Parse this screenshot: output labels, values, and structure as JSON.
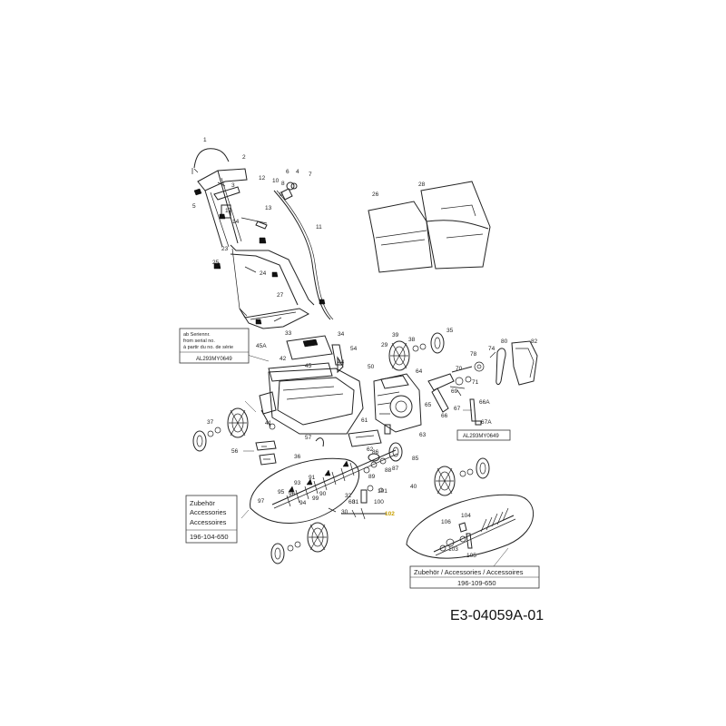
{
  "document_code": "E3-04059A-01",
  "serial_box": {
    "lines": [
      "ab Seriennr.",
      "from serial no.",
      "à partir du no. de série"
    ],
    "code": "AL293MY0649"
  },
  "serial_code_right": "AL293MY0649",
  "accessories_left": {
    "lines": [
      "Zubehör",
      "Accessories",
      "Accessoires"
    ],
    "part_no": "196-104-650"
  },
  "accessories_right": {
    "title": "Zubehör / Accessories / Accessoires",
    "part_no": "196-109-650"
  },
  "callouts": [
    "1",
    "2",
    "3",
    "4",
    "5",
    "6",
    "7",
    "8",
    "9",
    "10",
    "11",
    "12",
    "13",
    "14",
    "17",
    "23",
    "24",
    "25",
    "26",
    "27",
    "28",
    "29",
    "30",
    "31",
    "32",
    "33",
    "34",
    "35",
    "36",
    "37",
    "38",
    "39",
    "40",
    "41",
    "42",
    "44",
    "45",
    "45A",
    "50",
    "54",
    "56",
    "57",
    "60",
    "61",
    "62",
    "63",
    "64",
    "65",
    "66",
    "66A",
    "67",
    "67A",
    "69",
    "70",
    "71",
    "74",
    "78",
    "80",
    "82",
    "85",
    "86",
    "87",
    "88",
    "89",
    "90",
    "91",
    "93",
    "94",
    "95",
    "96",
    "97",
    "99",
    "100",
    "101",
    "102",
    "103",
    "104",
    "105",
    "106"
  ],
  "highlight_color": "#c8a000"
}
